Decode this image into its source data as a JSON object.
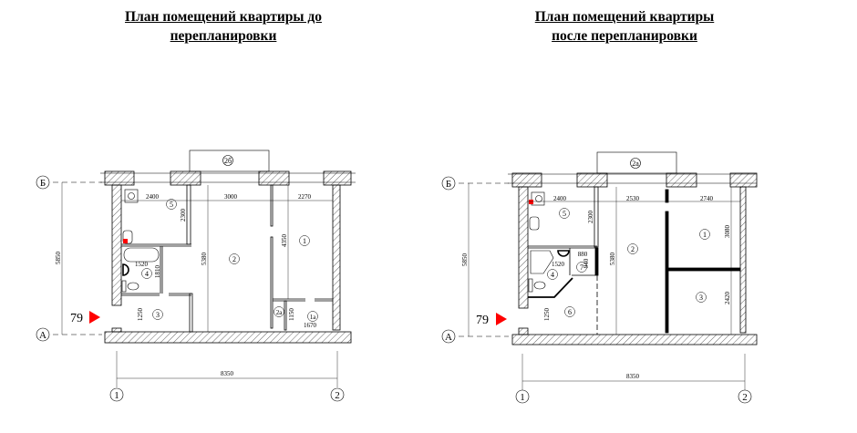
{
  "titles": {
    "before_line1": "План помещений квартиры до",
    "before_line2": "перепланировки",
    "after_line1": "План помещений квартиры",
    "after_line2": "после перепланировки"
  },
  "axes": {
    "top": "Б",
    "bottom": "А",
    "left": "1",
    "right": "2"
  },
  "marker": {
    "label": "79",
    "color": "#ff0000"
  },
  "before": {
    "balcony": "2б",
    "rooms": [
      "5",
      "2",
      "1",
      "4",
      "3",
      "2а",
      "1а"
    ],
    "dims": {
      "d2400": "2400",
      "d3000": "3000",
      "d2270": "2270",
      "d2300": "2300",
      "d5380": "5380",
      "d4350": "4350",
      "d1520": "1520",
      "d1810": "1810",
      "d1250": "1250",
      "d1150": "1150",
      "d1670": "1670",
      "d5850": "5850",
      "d8350": "8350"
    }
  },
  "after": {
    "balcony": "2а",
    "rooms": [
      "5",
      "2",
      "1",
      "3",
      "4",
      "7",
      "6"
    ],
    "dims": {
      "d2400": "2400",
      "d2530": "2530",
      "d2740": "2740",
      "d2300": "2300",
      "d5380": "5380",
      "d3080": "3080",
      "d2420": "2420",
      "d880": "880",
      "d940": "940",
      "d1520": "1520",
      "d1250": "1250",
      "d5850": "5850",
      "d8350": "8350"
    }
  }
}
